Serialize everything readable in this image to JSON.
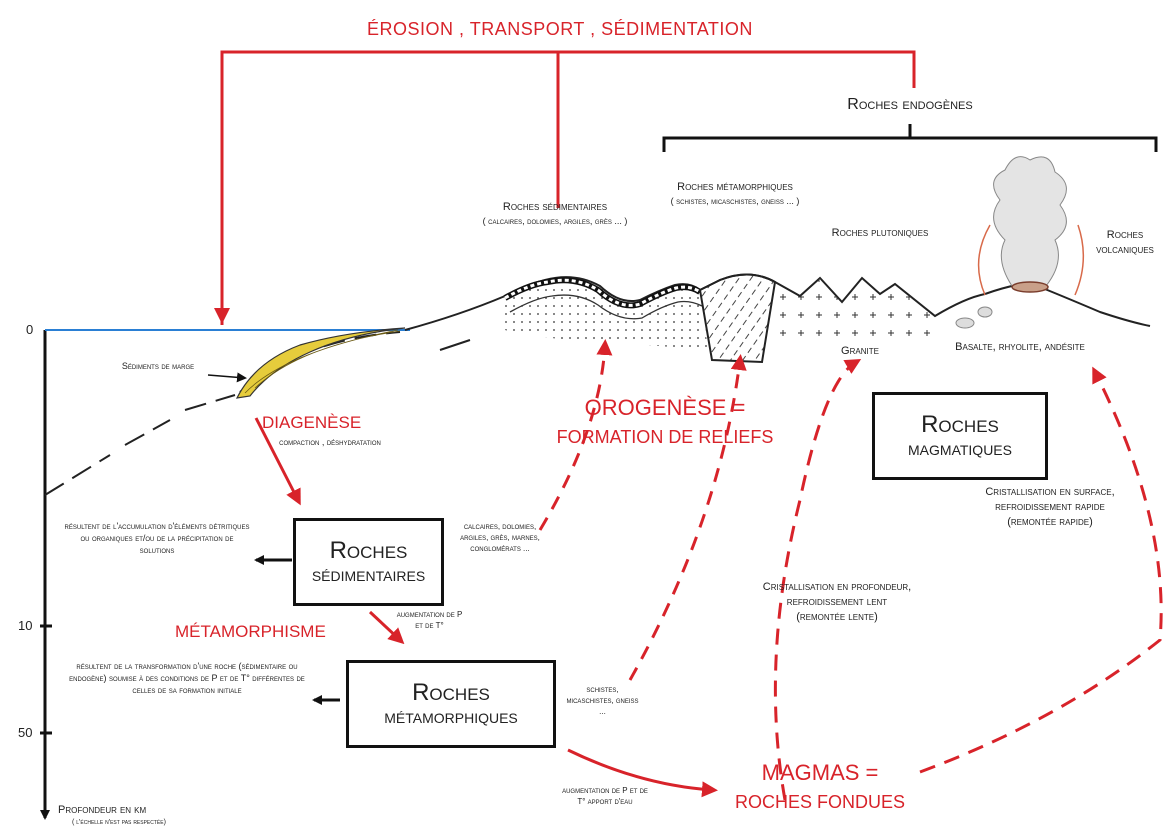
{
  "top_process": "ÉROSION , TRANSPORT , SÉDIMENTATION",
  "endogenous_label": "Roches endogènes",
  "landscape": {
    "sedimentary": {
      "title": "Roches sédimentaires",
      "examples": "( calcaires, dolomies, argiles, grès ... )"
    },
    "metamorphic": {
      "title": "Roches métamorphiques",
      "examples": "( schistes, micaschistes, gneiss ... )"
    },
    "plutonic": {
      "title": "Roches plutoniques",
      "example": "Granite"
    },
    "volcanic": {
      "title": "Roches volcaniques",
      "examples": "Basalte, rhyolite, andésite"
    },
    "margin": "Sédiments de marge"
  },
  "depth_axis": {
    "ticks": [
      "0",
      "10",
      "50"
    ],
    "label": "Profondeur en km",
    "note": "( l'échelle n'est pas respectée)"
  },
  "processes": {
    "diagenesis": {
      "title": "DIAGENÈSE",
      "detail": "compaction , déshydratation"
    },
    "orogenesis": {
      "line1": "OROGENÈSE =",
      "line2": "FORMATION DE RELIEFS"
    },
    "metamorphism": {
      "title": "MÉTAMORPHISME",
      "detail": "augmentation de P et de T°"
    },
    "fusion_detail": "augmentation de P et de T° apport d'eau",
    "magmas": {
      "line1": "MAGMAS =",
      "line2": "ROCHES FONDUES"
    }
  },
  "boxes": {
    "sedimentary": {
      "line1": "Roches",
      "line2": "sédimentaires"
    },
    "metamorphic": {
      "line1": "Roches",
      "line2": "métamorphiques"
    },
    "magmatic": {
      "line1": "Roches",
      "line2": "magmatiques"
    }
  },
  "notes": {
    "sed_origin": "résultent de l'accumulation d'éléments détritiques ou organiques et/ou de la précipitation de solutions",
    "sed_examples": "calcaires, dolomies, argiles, grès, marnes, conglomérats ...",
    "meta_origin": "résultent de la transformation d'une roche (sédimentaire ou endogène) soumise à des conditions de P et de T° différentes de celles de sa formation initiale",
    "meta_examples": "schistes, micaschistes, gneiss ...",
    "deep_cryst": "Cristallisation en profondeur, refroidissement lent (remontée lente)",
    "surface_cryst": "Cristallisation en surface, refroidissement rapide (remontée rapide)"
  },
  "colors": {
    "red": "#d8232a",
    "blue_sea": "#2a7fd4",
    "sediment_yellow": "#e6cc3c",
    "black": "#111111"
  }
}
